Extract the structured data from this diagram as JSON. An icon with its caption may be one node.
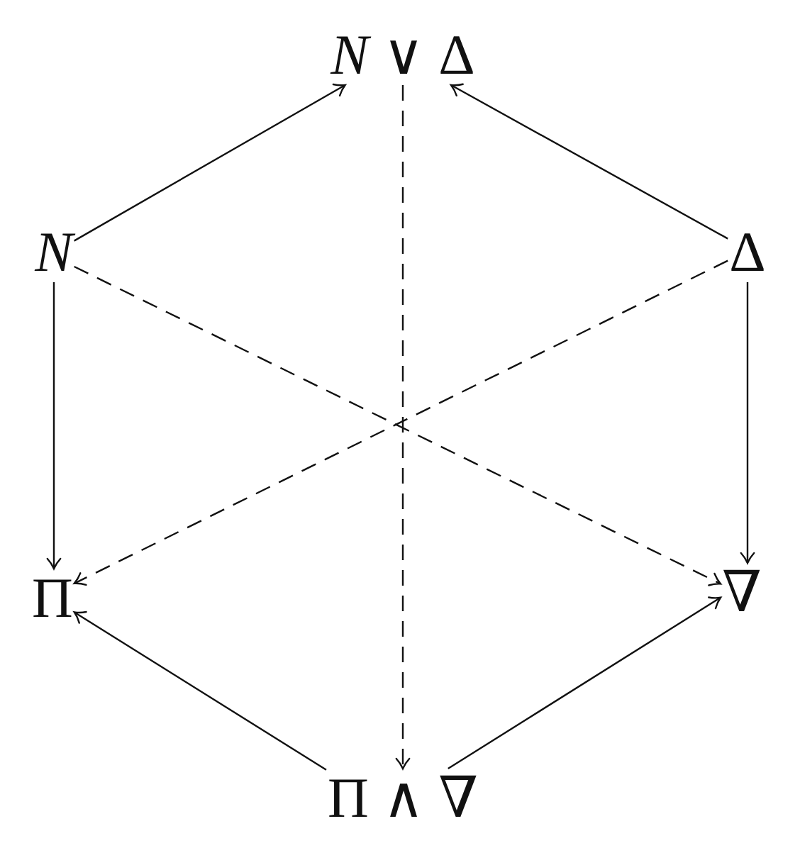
{
  "diagram": {
    "nodes": [
      {
        "text": [
          "*N* ∨ Δ"
        ]
      },
      {
        "text": [
          "N"
        ]
      },
      {
        "text": [
          "Δ"
        ]
      },
      {
        "text": [
          "Π"
        ]
      },
      {
        "text": [
          "∇"
        ]
      },
      {
        "text": [
          "Π ∧ ∇"
        ]
      }
    ],
    "edges": [
      {
        "from": 1,
        "to": 0,
        "arrow": "to"
      },
      {
        "from": 2,
        "to": 0,
        "arrow": "to"
      },
      {
        "from": 1,
        "to": 3,
        "arrow": "to"
      },
      {
        "from": 2,
        "to": 4,
        "arrow": "to"
      },
      {
        "from": 5,
        "to": 3,
        "arrow": "to"
      },
      {
        "from": 5,
        "to": 4,
        "arrow": "to"
      },
      {
        "from": 0,
        "to": 5,
        "arrow": "to",
        "style": "dashed"
      },
      {
        "from": 2,
        "to": 3,
        "arrow": "to",
        "style": "dashed"
      },
      {
        "from": 1,
        "to": 4,
        "arrow": "to",
        "style": "dashed"
      }
    ]
  }
}
